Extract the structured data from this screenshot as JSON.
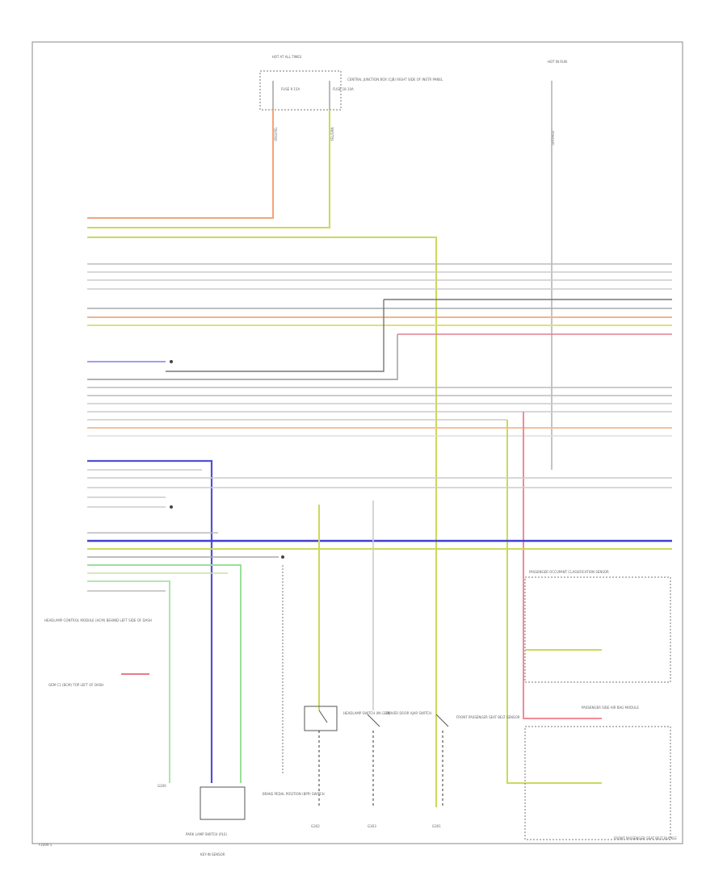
{
  "page_id": "F2009 1",
  "components": {
    "fuse_block_top": {
      "header": "HOT AT ALL TIMES",
      "fuse_a": "FUSE 9 15A",
      "fuse_b": "FUSE 18 10A",
      "box_label": "CENTRAL JUNCTION BOX (CJB) RIGHT SIDE OF INSTR PANEL"
    },
    "hot_run_top_right": "HOT IN RUN",
    "hcm": "HEADLAMP CONTROL MODULE (HCM) BEHIND LEFT SIDE OF DASH",
    "gem_connector": "GEM C1 (BCM) TOP LEFT OF DASH",
    "park_lamp_sw": "PARK LAMP SWITCH (PLS)",
    "key_in_sensor": "KEY-IN SENSOR",
    "brake_sw": "BRAKE PEDAL POSITION (BPP) SWITCH",
    "headlamp_sw": "HEADLAMP SWITCH (IN GEM)",
    "driver_door_sw": "DRIVER DOOR AJAR SWITCH",
    "front_lamp_sensor": "FRONT PASSENGER SEAT BELT SENSOR",
    "passenger_occupancy": "PASSENGER OCCUPANT CLASSIFICATION SENSOR",
    "ground_a": "G302",
    "ground_b": "G303",
    "ground_c": "G301",
    "ground_d": "G200",
    "side_module": "PASSENGER SIDE AIR BAG MODULE",
    "bottom_right": "FRONT PASSENGER SEAT BELT BUCKLE"
  },
  "wires": {
    "fuse_a_color": "ORG/YEL",
    "fuse_b_color": "YEL/GRN",
    "hot_run_color": "GRY/RED"
  },
  "colors": {
    "orange": "#f0a070",
    "yellow_green": "#c8d850",
    "blue": "#4040d0",
    "red": "#e05060",
    "green": "#90e090",
    "gray": "#a0a0a0",
    "dark": "#505050"
  }
}
